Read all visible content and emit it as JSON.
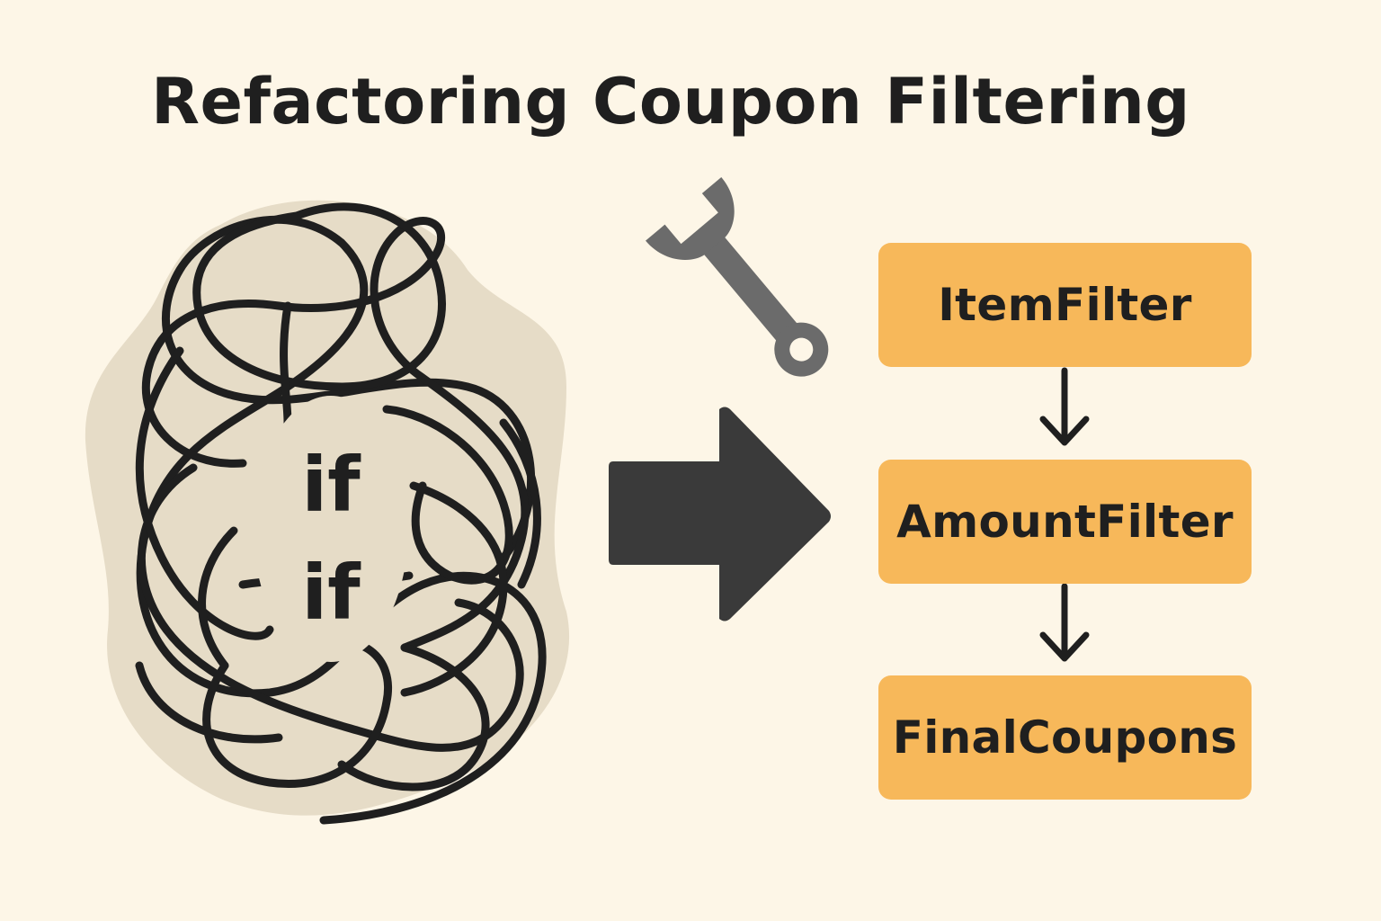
{
  "title": "Refactoring Coupon Filtering",
  "tangle": {
    "keywords": [
      "if",
      "if"
    ]
  },
  "icons": {
    "tool": "wrench-icon",
    "transform": "arrow-right-icon"
  },
  "pipeline": {
    "steps": [
      "ItemFilter",
      "AmountFilter",
      "FinalCoupons"
    ]
  },
  "colors": {
    "background": "#fdf6e7",
    "blob": "#e6dcc7",
    "box": "#f7b85a",
    "ink": "#1f1f1f",
    "arrow": "#3a3a3a",
    "wrench": "#6b6b6b"
  }
}
